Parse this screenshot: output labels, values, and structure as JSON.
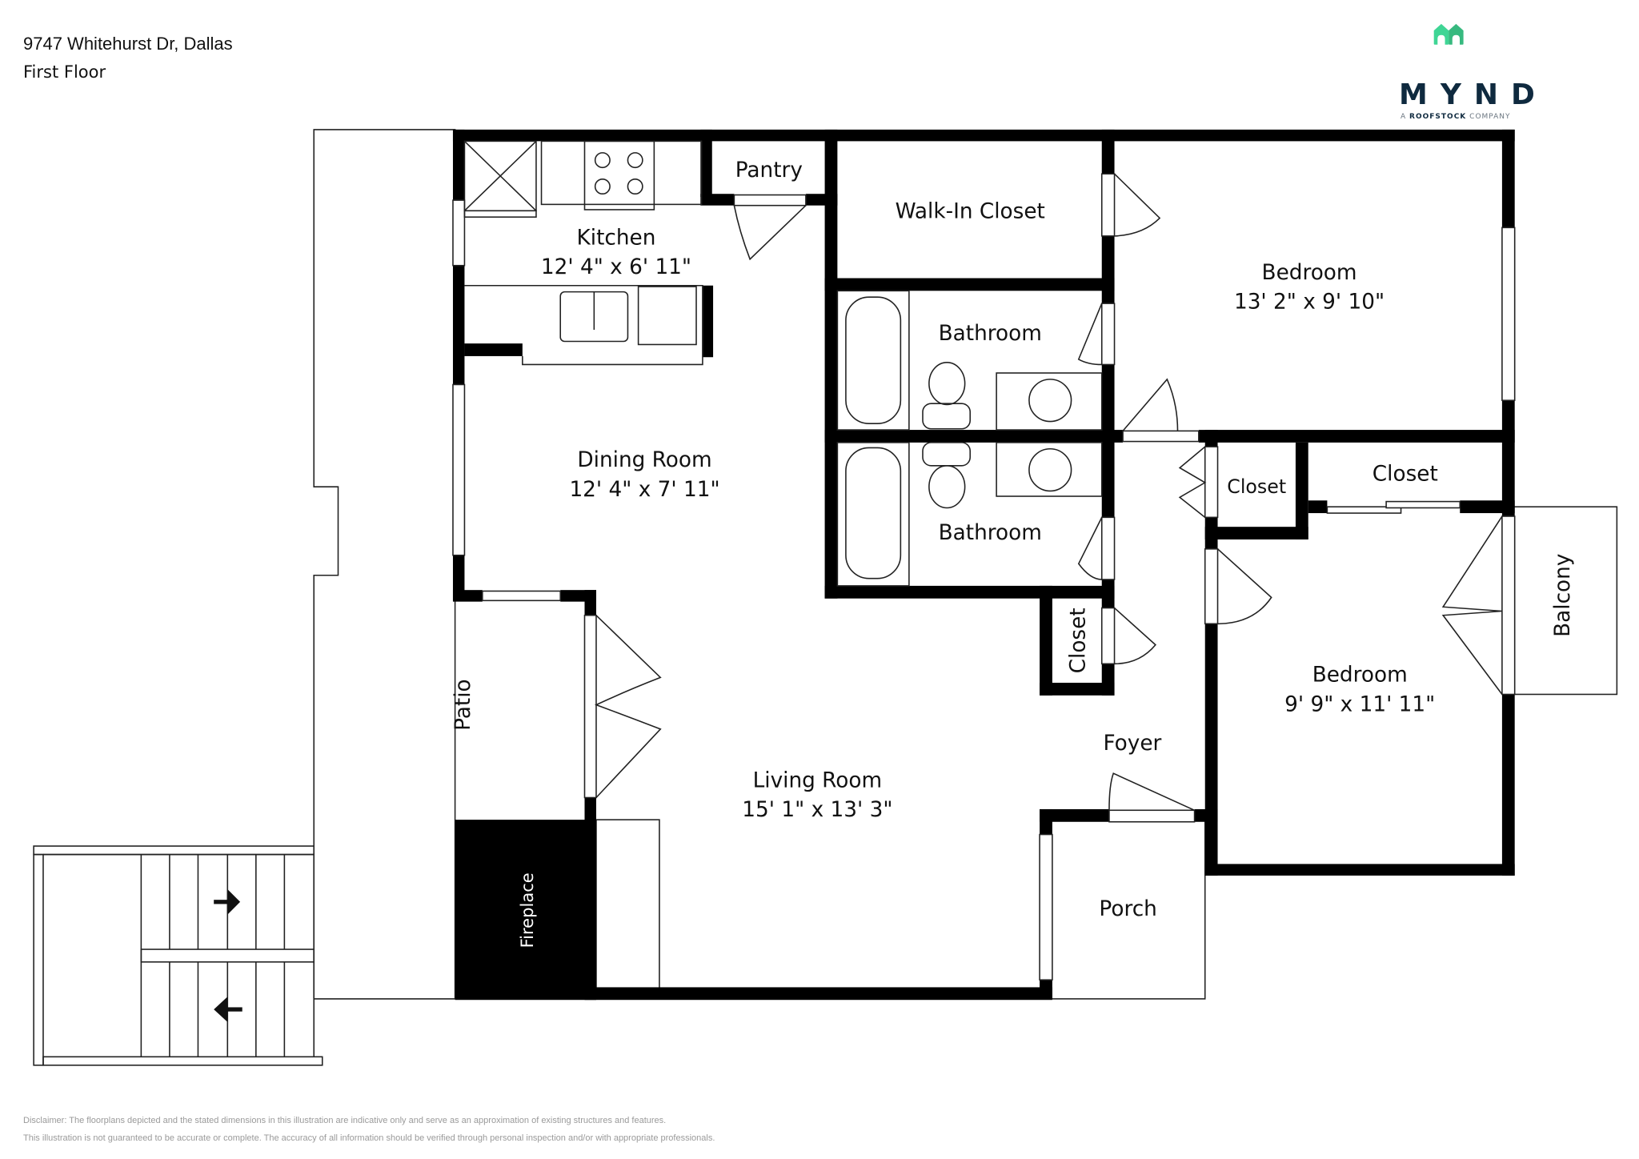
{
  "header": {
    "address": "9747 Whitehurst Dr, Dallas",
    "floor": "First Floor"
  },
  "logo": {
    "brand": "MYND",
    "tagline_prefix": "A",
    "tagline_bold": "ROOFSTOCK",
    "tagline_suffix": "COMPANY",
    "colors": {
      "house_light": "#3fd595",
      "house_dark": "#37b97f",
      "text": "#0f2a3f"
    }
  },
  "rooms": {
    "kitchen": {
      "name": "Kitchen",
      "dims": "12' 4\" x 6' 11\""
    },
    "pantry": {
      "name": "Pantry"
    },
    "walk_in_closet": {
      "name": "Walk-In Closet"
    },
    "bedroom_1": {
      "name": "Bedroom",
      "dims": "13' 2\" x 9' 10\""
    },
    "bathroom_1": {
      "name": "Bathroom"
    },
    "bathroom_2": {
      "name": "Bathroom"
    },
    "dining_room": {
      "name": "Dining Room",
      "dims": "12' 4\" x 7' 11\""
    },
    "closet_hall": {
      "name": "Closet"
    },
    "closet_bedroom": {
      "name": "Closet"
    },
    "closet_living": {
      "name": "Closet"
    },
    "bedroom_2": {
      "name": "Bedroom",
      "dims": "9' 9\" x 11' 11\""
    },
    "balcony": {
      "name": "Balcony"
    },
    "patio": {
      "name": "Patio"
    },
    "living_room": {
      "name": "Living Room",
      "dims": "15' 1\" x 13' 3\""
    },
    "foyer": {
      "name": "Foyer"
    },
    "porch": {
      "name": "Porch"
    },
    "fireplace": {
      "name": "Fireplace"
    }
  },
  "disclaimer": {
    "line1": "Disclaimer: The floorplans depicted and the stated dimensions in this illustration are indicative only and serve as an approximation of existing structures and features.",
    "line2": "This illustration is not guaranteed to be accurate or complete. The accuracy of all information should be verified through personal inspection and/or with appropriate professionals."
  }
}
